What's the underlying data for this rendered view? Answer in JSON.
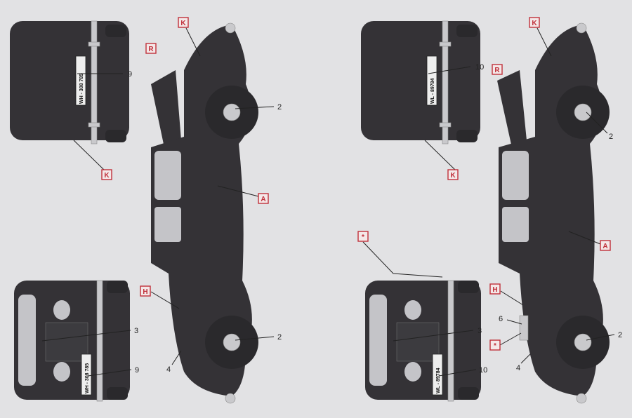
{
  "left_version": {
    "front_plate": "WH - 308 785",
    "rear_plate": "WH - 308 785",
    "callouts": [
      "9",
      "2",
      "3",
      "9",
      "4",
      "2"
    ],
    "tags": [
      "K",
      "R",
      "K",
      "A",
      "H"
    ]
  },
  "right_version": {
    "front_plate": "WL - 89784",
    "rear_plate": "WL - 89784",
    "callouts": [
      "10",
      "2",
      "3",
      "10",
      "6",
      "4",
      "2"
    ],
    "tags": [
      "K",
      "R",
      "K",
      "A",
      "*",
      "H",
      "*"
    ]
  },
  "colors": {
    "body": "#343236",
    "tag": "#c0303a",
    "background": "#e2e2e4"
  }
}
